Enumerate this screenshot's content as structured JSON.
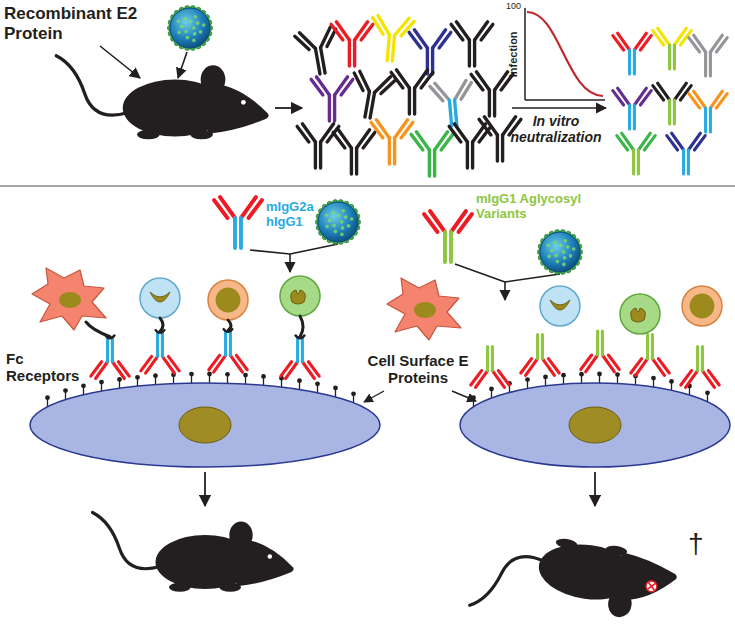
{
  "diagram": {
    "labels": [
      "Recombinant E2 Protein",
      "100",
      "Infection",
      "In vitro neutralization",
      "mIgG2a hIgG1",
      "mIgG1 Aglycosyl Variants",
      "Fc Receptors",
      "Cell Surface E Proteins",
      "†"
    ]
  }
}
